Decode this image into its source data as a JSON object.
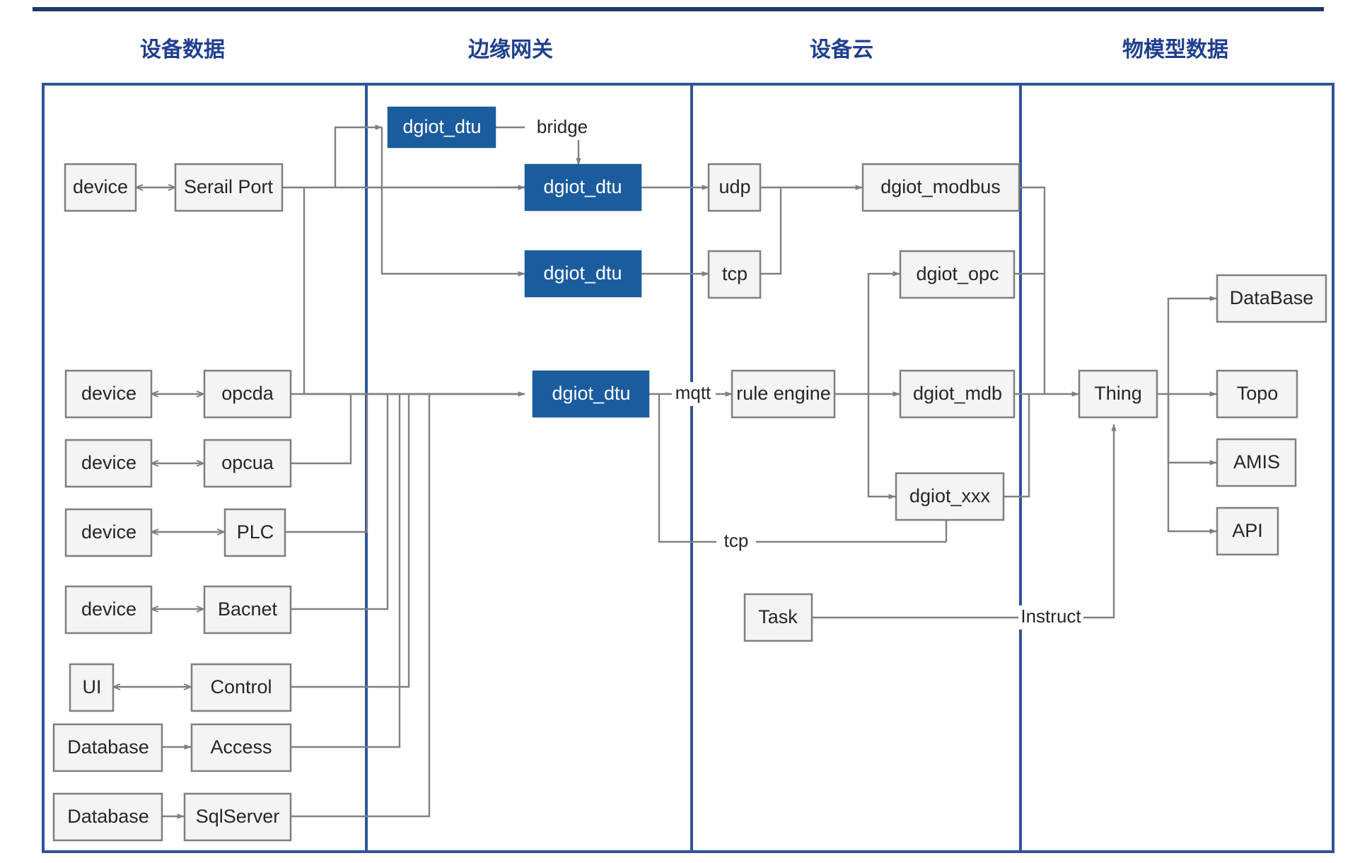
{
  "diagram": {
    "title_bar": {
      "present": true,
      "color": "#1f3864"
    },
    "accent_color": "#2f5597",
    "title_color": "#1f3f8f",
    "node_blue": "#1a5c9e",
    "node_gray": "#f4f4f4",
    "line_color": "#808080"
  },
  "columns": [
    {
      "id": "device-data",
      "title": "设备数据"
    },
    {
      "id": "edge-gateway",
      "title": "边缘网关"
    },
    {
      "id": "device-cloud",
      "title": "设备云"
    },
    {
      "id": "thing-model",
      "title": "物模型数据"
    }
  ],
  "nodes": {
    "device_serial": {
      "label": "device",
      "style": "gray"
    },
    "serial_port": {
      "label": "Serail Port",
      "style": "gray"
    },
    "dtu_bridge": {
      "label": "dgiot_dtu",
      "style": "blue"
    },
    "dtu_udp": {
      "label": "dgiot_dtu",
      "style": "blue"
    },
    "dtu_tcp": {
      "label": "dgiot_dtu",
      "style": "blue"
    },
    "dtu_mqtt": {
      "label": "dgiot_dtu",
      "style": "blue"
    },
    "udp": {
      "label": "udp",
      "style": "gray"
    },
    "tcp": {
      "label": "tcp",
      "style": "gray"
    },
    "dgiot_modbus": {
      "label": "dgiot_modbus",
      "style": "gray"
    },
    "dgiot_opc": {
      "label": "dgiot_opc",
      "style": "gray"
    },
    "rule_engine": {
      "label": "rule engine",
      "style": "gray"
    },
    "dgiot_mdb": {
      "label": "dgiot_mdb",
      "style": "gray"
    },
    "dgiot_xxx": {
      "label": "dgiot_xxx",
      "style": "gray"
    },
    "thing": {
      "label": "Thing",
      "style": "gray"
    },
    "database_out": {
      "label": "DataBase",
      "style": "gray"
    },
    "topo": {
      "label": "Topo",
      "style": "gray"
    },
    "amis": {
      "label": "AMIS",
      "style": "gray"
    },
    "api": {
      "label": "API",
      "style": "gray"
    },
    "device_opcda": {
      "label": "device",
      "style": "gray"
    },
    "opcda": {
      "label": "opcda",
      "style": "gray"
    },
    "device_opcua": {
      "label": "device",
      "style": "gray"
    },
    "opcua": {
      "label": "opcua",
      "style": "gray"
    },
    "device_plc": {
      "label": "device",
      "style": "gray"
    },
    "plc": {
      "label": "PLC",
      "style": "gray"
    },
    "device_bacnet": {
      "label": "device",
      "style": "gray"
    },
    "bacnet": {
      "label": "Bacnet",
      "style": "gray"
    },
    "ui": {
      "label": "UI",
      "style": "gray"
    },
    "control": {
      "label": "Control",
      "style": "gray"
    },
    "database_access": {
      "label": "Database",
      "style": "gray"
    },
    "access": {
      "label": "Access",
      "style": "gray"
    },
    "database_sql": {
      "label": "Database",
      "style": "gray"
    },
    "sqlserver": {
      "label": "SqlServer",
      "style": "gray"
    },
    "task": {
      "label": "Task",
      "style": "gray"
    }
  },
  "edge_labels": {
    "bridge": "bridge",
    "mqtt": "mqtt",
    "tcp_low": "tcp",
    "instruct": "Instruct"
  }
}
